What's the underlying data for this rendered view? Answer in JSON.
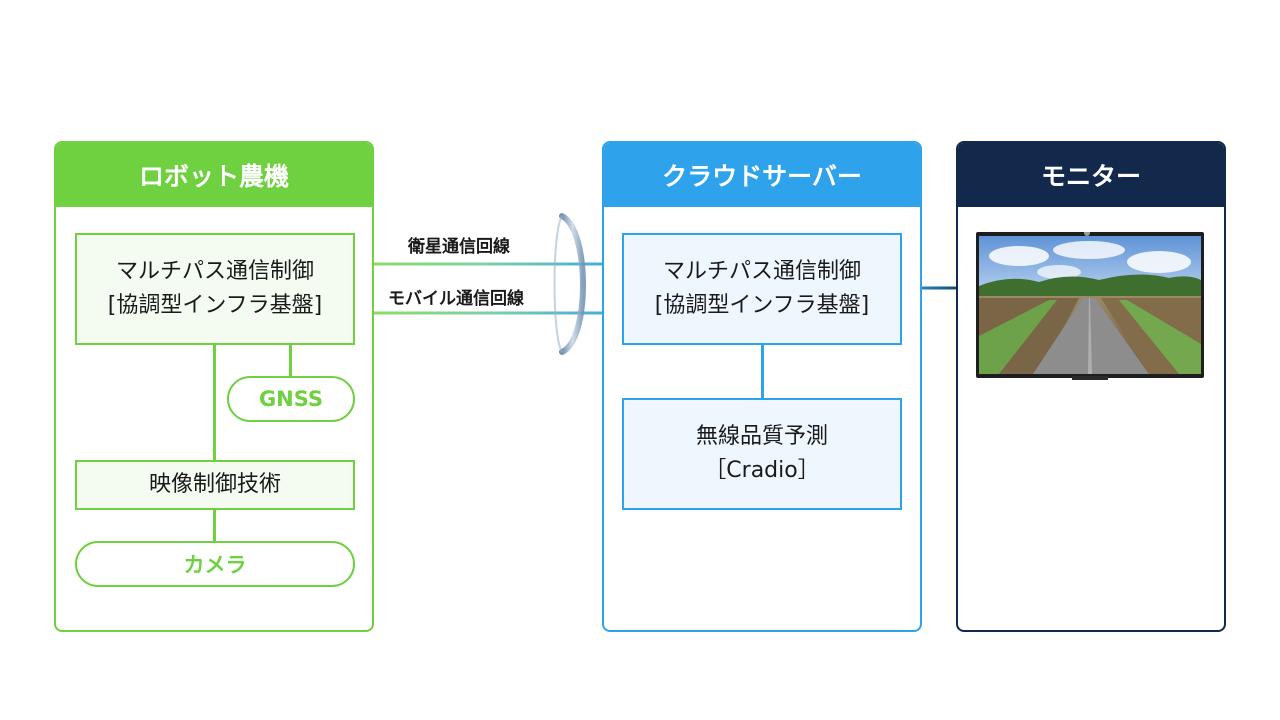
{
  "panels": {
    "robot": {
      "title": "ロボット農機",
      "multipath_line1": "マルチパス通信制御",
      "multipath_line2": "[協調型インフラ基盤]",
      "gnss": "GNSS",
      "video_control": "映像制御技術",
      "camera": "カメラ"
    },
    "cloud": {
      "title": "クラウドサーバー",
      "multipath_line1": "マルチパス通信制御",
      "multipath_line2": "[協調型インフラ基盤]",
      "prediction_line1": "無線品質予測",
      "prediction_line2": "［Cradio］"
    },
    "monitor": {
      "title": "モニター",
      "screen_image": "farm-road-photo"
    }
  },
  "links": {
    "satellite": "衛星通信回線",
    "mobile": "モバイル通信回線"
  },
  "colors": {
    "robot_green": "#6fd040",
    "cloud_blue": "#2ea3ec",
    "monitor_navy": "#13294b"
  }
}
